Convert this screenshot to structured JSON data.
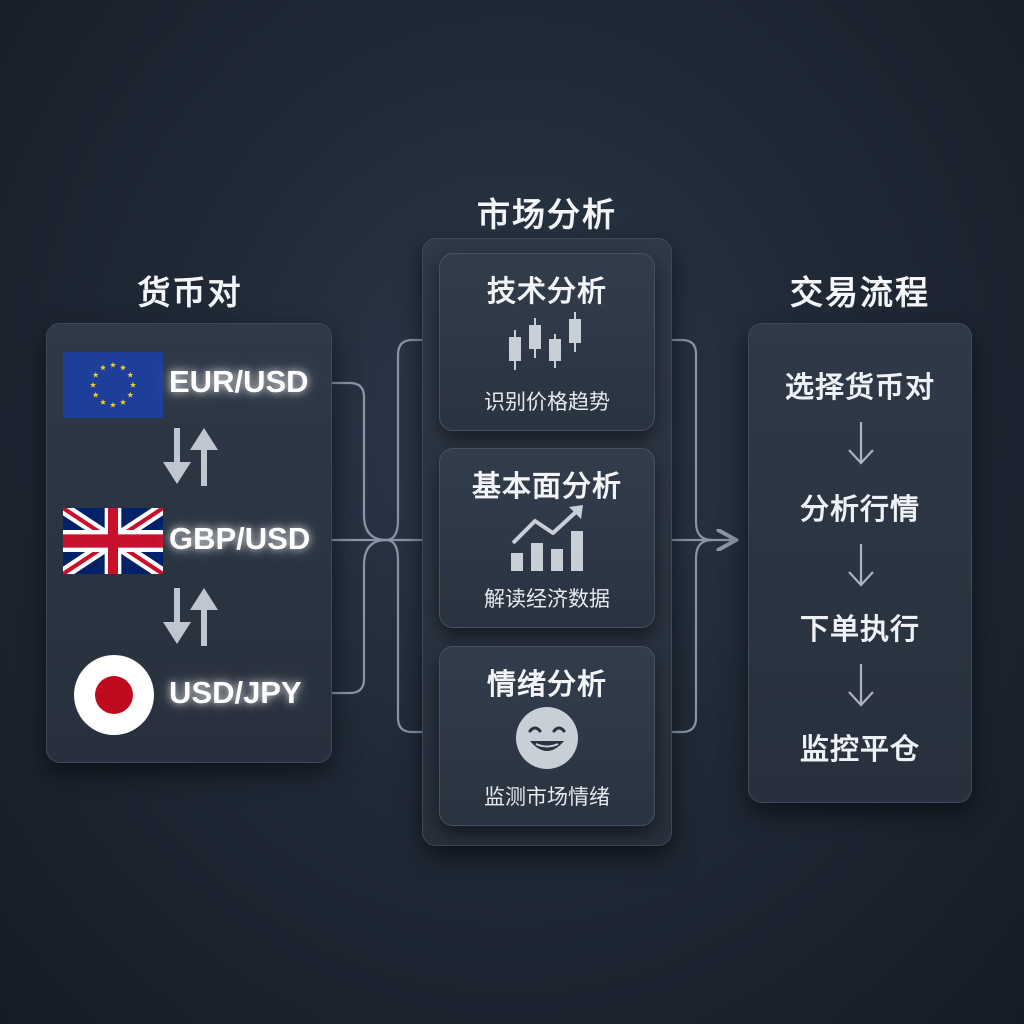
{
  "currency_pairs": {
    "title": "货币对",
    "pairs": [
      {
        "label": "EUR/USD",
        "flag": "eu-flag-icon"
      },
      {
        "label": "GBP/USD",
        "flag": "uk-flag-icon"
      },
      {
        "label": "USD/JPY",
        "flag": "japan-flag-icon"
      }
    ],
    "swap_icon": "swap-arrows-icon"
  },
  "market_analysis": {
    "title": "市场分析",
    "cards": [
      {
        "title": "技术分析",
        "desc": "识别价格趋势",
        "icon": "candlestick-icon"
      },
      {
        "title": "基本面分析",
        "desc": "解读经济数据",
        "icon": "bar-chart-trend-icon"
      },
      {
        "title": "情绪分析",
        "desc": "监测市场情绪",
        "icon": "smiley-face-icon"
      }
    ]
  },
  "trading_process": {
    "title": "交易流程",
    "steps": [
      "选择货币对",
      "分析行情",
      "下单执行",
      "监控平仓"
    ],
    "step_arrow": "arrow-down-icon"
  },
  "colors": {
    "background": "#202a37",
    "panel": "#2b3441",
    "connector": "#8a96a6",
    "text": "#eef1f5",
    "eu_blue": "#1d3f9a",
    "eu_star": "#f5cf1f",
    "uk_red": "#c8102e",
    "jp_red": "#c00a1e"
  }
}
